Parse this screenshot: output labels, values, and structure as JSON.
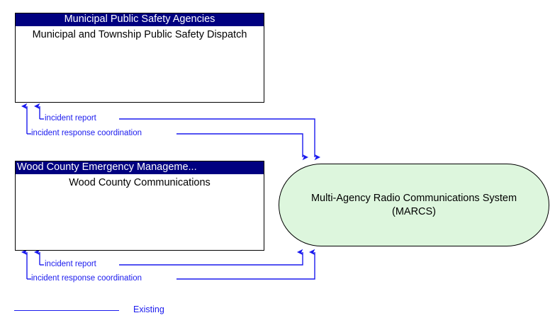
{
  "diagram": {
    "kind": "architecture-interconnect-diagram",
    "colors": {
      "header_bg": "#000080",
      "header_text": "#ffffff",
      "box_fill": "#ffffff",
      "box_border": "#000000",
      "system_fill": "#ddf6dd",
      "flow_line": "#1a1aee",
      "flow_text": "#1a1aee",
      "body_text": "#000000"
    },
    "nodes": [
      {
        "id": "municipal-dispatch",
        "header": "Municipal Public Safety Agencies",
        "title": "Municipal and Township Public Safety Dispatch",
        "shape": "rectangle"
      },
      {
        "id": "wood-county-communications",
        "header": "Wood County Emergency Manageme...",
        "title": "Wood County Communications",
        "shape": "rectangle"
      },
      {
        "id": "marcs",
        "header": "",
        "title": "Multi-Agency Radio Communications System (MARCS)",
        "shape": "stadium"
      }
    ],
    "flows": [
      {
        "id": "flow-marcs-to-municipal-incident-report",
        "label": "incident report",
        "from": "marcs",
        "to": "municipal-dispatch",
        "status": "Existing"
      },
      {
        "id": "flow-marcs-to-municipal-incident-response-coordination",
        "label": "incident response coordination",
        "from": "marcs",
        "to": "municipal-dispatch",
        "status": "Existing"
      },
      {
        "id": "flow-marcs-to-wood-county-incident-report",
        "label": "incident report",
        "from": "marcs",
        "to": "wood-county-communications",
        "status": "Existing"
      },
      {
        "id": "flow-marcs-to-wood-county-incident-response-coordination",
        "label": "incident response coordination",
        "from": "marcs",
        "to": "wood-county-communications",
        "status": "Existing"
      }
    ],
    "legend": {
      "existing_label": "Existing"
    }
  }
}
